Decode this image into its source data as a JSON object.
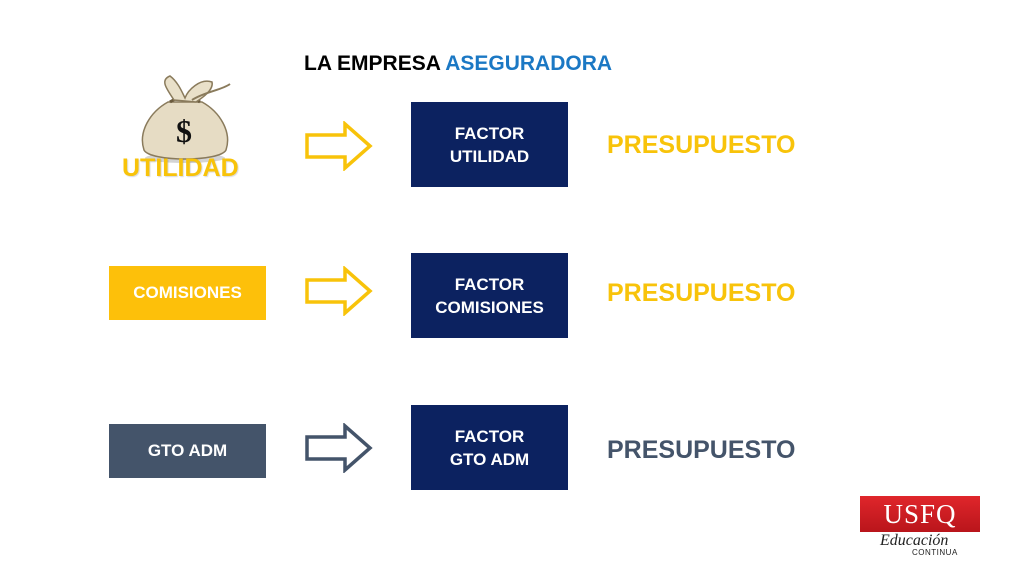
{
  "slide": {
    "title_part1": "LA EMPRESA",
    "title_part2": "ASEGURADORA"
  },
  "rows": [
    {
      "left_label": "UTILIDAD",
      "factor_line1": "FACTOR",
      "factor_line2": "UTILIDAD",
      "result": "PRESUPUESTO"
    },
    {
      "left_label": "COMISIONES",
      "factor_line1": "FACTOR",
      "factor_line2": "COMISIONES",
      "result": "PRESUPUESTO"
    },
    {
      "left_label": "GTO ADM",
      "factor_line1": "FACTOR",
      "factor_line2": "GTO ADM",
      "result": "PRESUPUESTO"
    }
  ],
  "icons": {
    "money_bag": "money-bag-icon",
    "arrow": "right-arrow-icon"
  },
  "colors": {
    "yellow": "#f8c30a",
    "navy": "#0c2260",
    "slate": "#44546a",
    "title_accent": "#1b78c4"
  },
  "logo": {
    "brand": "USFQ",
    "line1": "Educación",
    "line2": "CONTINUA"
  }
}
